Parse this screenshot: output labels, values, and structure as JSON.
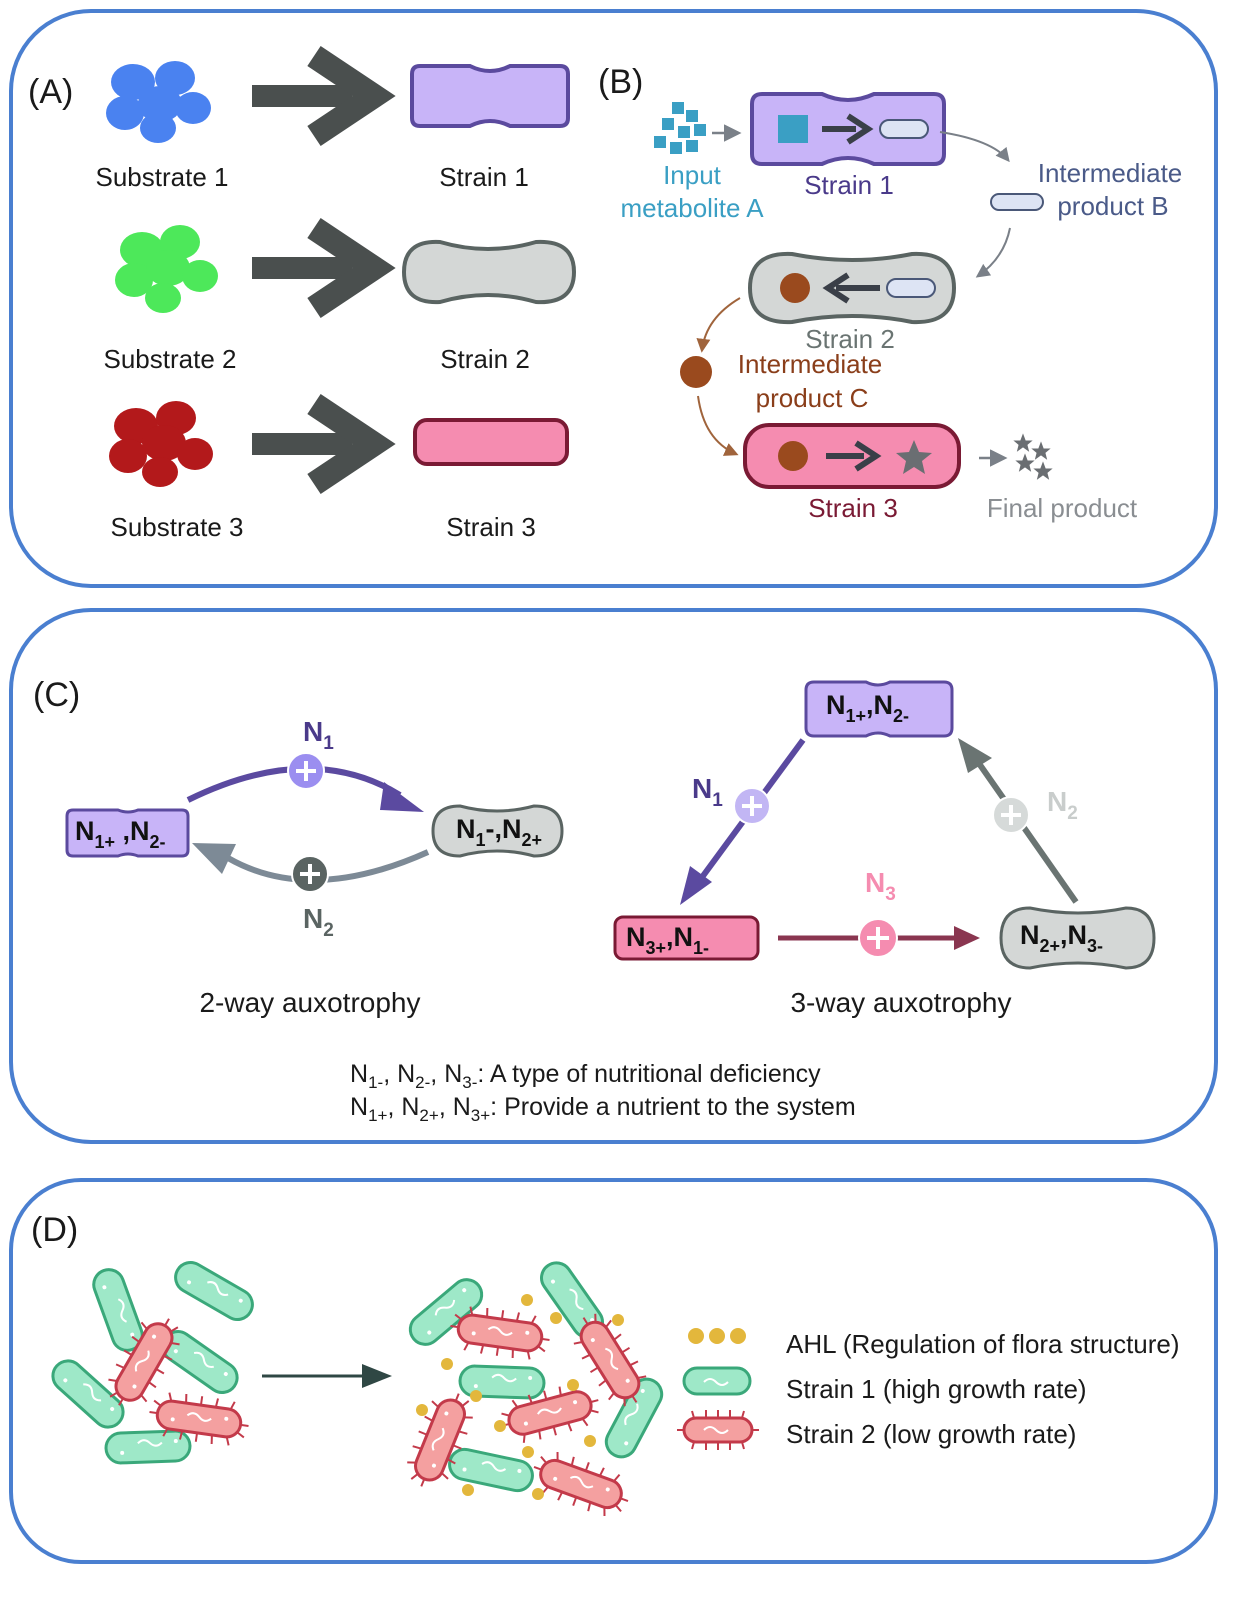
{
  "panels": {
    "a": {
      "label": "(A)",
      "substrates": [
        "Substrate 1",
        "Substrate 2",
        "Substrate 3"
      ],
      "strains": [
        "Strain 1",
        "Strain 2",
        "Strain 3"
      ]
    },
    "b": {
      "label": "(B)",
      "input_line1": "Input",
      "input_line2": "metabolite A",
      "strain1": "Strain 1",
      "strain2": "Strain 2",
      "strain3": "Strain 3",
      "interB_line1": "Intermediate",
      "interB_line2": "product B",
      "interC_line1": "Intermediate",
      "interC_line2": "product C",
      "final": "Final product"
    },
    "c": {
      "label": "(C)",
      "two_way": {
        "left_box": {
          "n1": "N",
          "n1sub": "1+",
          "sep": " ,",
          "n2": "N",
          "n2sub": "2-"
        },
        "right_box": {
          "n1": "N",
          "n1sub": "1",
          "mid": "-,",
          "n2": "N",
          "n2sub": "2+"
        },
        "top_label": {
          "n": "N",
          "sub": "1"
        },
        "bottom_label": {
          "n": "N",
          "sub": "2"
        },
        "caption": "2-way auxotrophy"
      },
      "three_way": {
        "top_box": {
          "a": "N",
          "asub": "1+",
          "sep": ",",
          "b": "N",
          "bsub": "2-"
        },
        "left_box": {
          "a": "N",
          "asub": "3+",
          "sep": ",",
          "b": "N",
          "bsub": "1-"
        },
        "right_box": {
          "a": "N",
          "asub": "2+",
          "sep": ",",
          "b": "N",
          "bsub": "3-"
        },
        "left_label": {
          "n": "N",
          "sub": "1"
        },
        "right_label": {
          "n": "N",
          "sub": "2"
        },
        "bottom_label": {
          "n": "N",
          "sub": "3"
        },
        "caption": "3-way auxotrophy"
      },
      "legend1": {
        "a": "N",
        "asub": "1-",
        "b": "N",
        "bsub": "2-",
        "c": "N",
        "csub": "3-",
        "text": "A type of nutritional deficiency"
      },
      "legend2": {
        "a": "N",
        "asub": "1+",
        "b": "N",
        "bsub": "2+",
        "c": "N",
        "csub": "3+",
        "text": "Provide a nutrient to the system"
      }
    },
    "d": {
      "label": "(D)",
      "legend": [
        "AHL (Regulation of flora structure)",
        "Strain 1 (high growth rate)",
        "Strain 2 (low growth rate)"
      ]
    }
  },
  "colors": {
    "frame": "#4a7fd0",
    "purple": "#c8b4f8",
    "purple_edge": "#5b4a9e",
    "gray_cell": "#d4d7d6",
    "gray_edge": "#5a6462",
    "pink": "#f58cb0",
    "pink_edge": "#7a1a34",
    "green_bact": "#9ee8c8",
    "red_bact": "#f4a0a0",
    "ahl": "#e3b73c"
  }
}
